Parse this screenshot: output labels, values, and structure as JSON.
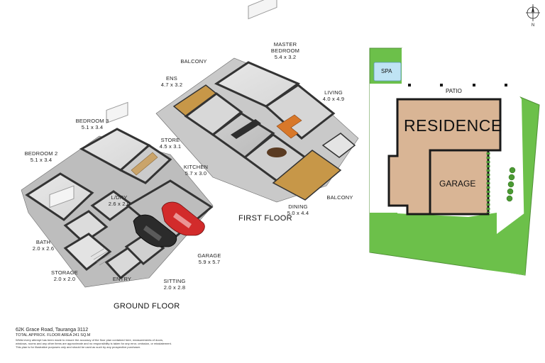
{
  "address": "62K Grace Road, Tauranga 3112",
  "floor_area": "TOTAL APPROX. FLOOR AREA 241 SQ.M",
  "disclaimer": [
    "Whilst every attempt has been made to ensure the accuracy of the floor plan contained here, measurements of doors,",
    "windows, rooms and any other items are approximate and no responsibility is taken for any error, omission, or misstatement.",
    "This plan is for illustrative purposes only and should be used as such by any prospective purchaser."
  ],
  "compass": {
    "label": "N"
  },
  "floors": {
    "ground": {
      "title": "GROUND FLOOR",
      "rooms": {
        "bedroom3": {
          "name": "BEDROOM 3",
          "size": "5.1 x 3.4"
        },
        "bedroom2": {
          "name": "BEDROOM 2",
          "size": "5.1 x 3.4"
        },
        "store": {
          "name": "STORE",
          "size": "4.5 x 3.1"
        },
        "ldry": {
          "name": "L/DRY",
          "size": "2.6 x 2.0"
        },
        "bath": {
          "name": "BATH",
          "size": "2.0 x 2.6"
        },
        "storage": {
          "name": "STORAGE",
          "size": "2.0 x 2.0"
        },
        "entry": {
          "name": "ENTRY"
        },
        "sitting": {
          "name": "SITTING",
          "size": "2.0 x 2.8"
        },
        "garage": {
          "name": "GARAGE",
          "size": "5.9 x 5.7"
        }
      }
    },
    "first": {
      "title": "FIRST FLOOR",
      "rooms": {
        "balcony1": {
          "name": "BALCONY"
        },
        "master": {
          "name": "MASTER",
          "name2": "BEDROOM",
          "size": "5.4 x 3.2"
        },
        "ens": {
          "name": "ENS",
          "size": "4.7 x 3.2"
        },
        "living": {
          "name": "LIVING",
          "size": "4.0 x 4.9"
        },
        "kitchen": {
          "name": "KITCHEN",
          "size": "5.7 x 3.0"
        },
        "balcony2": {
          "name": "BALCONY"
        },
        "dining": {
          "name": "DINING",
          "size": "5.0 x 4.4"
        }
      }
    }
  },
  "site_plan": {
    "residence": "RESIDENCE",
    "garage": "GARAGE",
    "patio": "PATIO",
    "spa": "SPA",
    "colors": {
      "lawn": "#6cc04a",
      "building": "#d9b595",
      "spa": "#bfe3f4",
      "wall": "#1a1a1a",
      "hedge": "#4b9a33"
    }
  }
}
